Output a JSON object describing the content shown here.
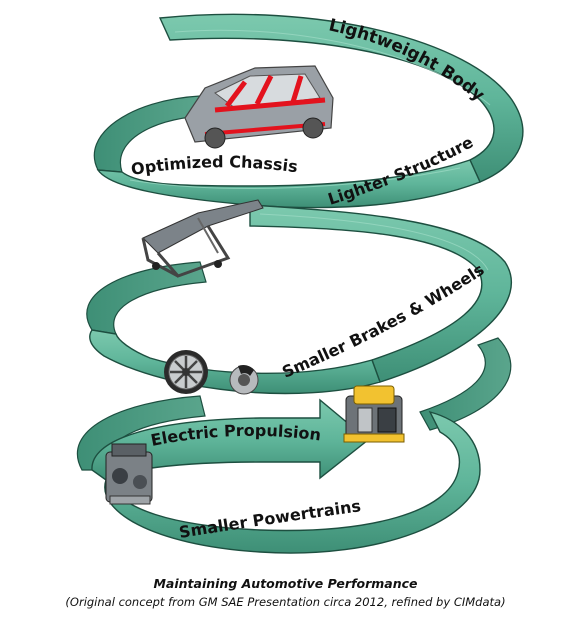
{
  "spiral": {
    "colors": {
      "band": "#5fb59a",
      "band_dark": "#3e8f76",
      "edge": "#1d4f40"
    },
    "labels": {
      "body": "Lightweight Body",
      "chassis": "Optimized Chassis",
      "structure": "Lighter Structure",
      "brakes": "Smaller Brakes & Wheels",
      "propulsion": "Electric Propulsion",
      "powertrains": "Smaller Powertrains"
    },
    "icons": [
      "car-body-frame-icon",
      "chassis-frame-icon",
      "wheel-rim-icon",
      "brake-disc-icon",
      "electric-motor-icon",
      "engine-icon"
    ]
  },
  "caption": {
    "title": "Maintaining Automotive Performance",
    "subtitle": "(Original concept from GM SAE Presentation circa 2012, refined by CIMdata)"
  }
}
